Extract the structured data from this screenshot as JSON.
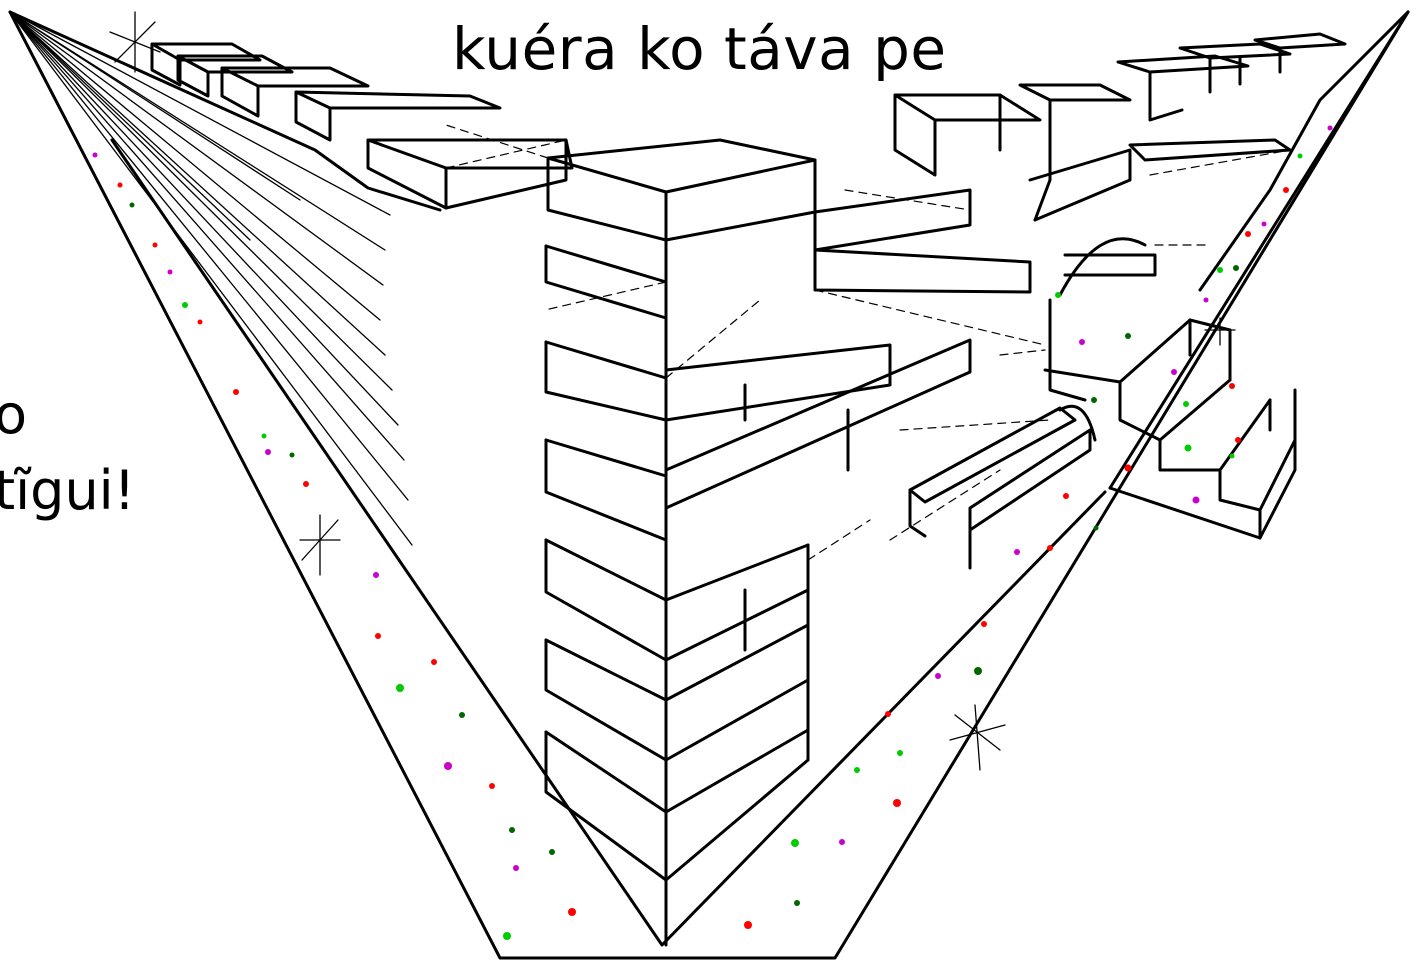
{
  "slide": {
    "title": "kuéra ko táva pe",
    "side_text": [
      "o",
      "tĩgui!"
    ]
  },
  "illustration": {
    "subject": "perspective-street-buildings",
    "line_color": "#000000",
    "background_color": "#ffffff",
    "speck_colors": [
      "#ff0000",
      "#00cc00",
      "#cc00cc",
      "#006600"
    ]
  }
}
